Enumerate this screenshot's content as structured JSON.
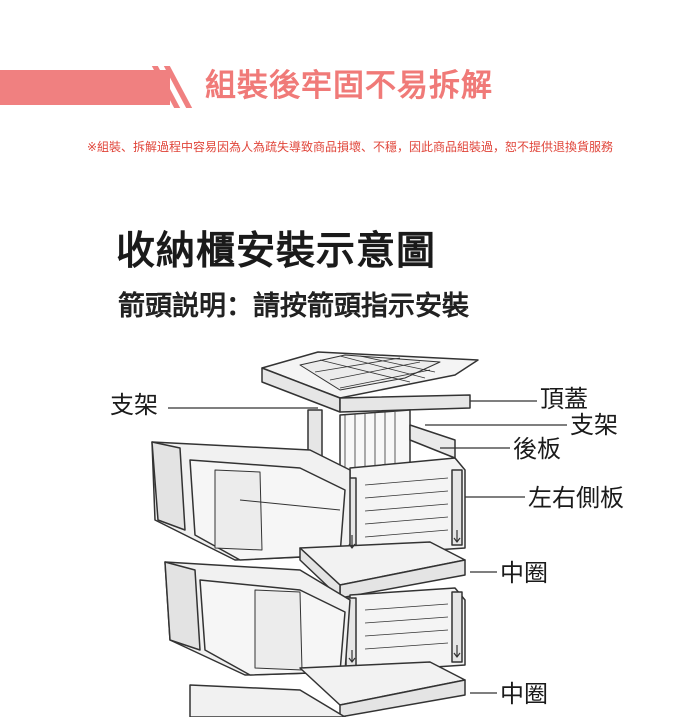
{
  "header": {
    "title": "組裝後牢固不易拆解",
    "notice": "※組裝、拆解過程中容易因為人為疏失導致商品損壞、不穩，因此商品組裝過，恕不提供退換貨服務"
  },
  "diagram": {
    "title": "收納櫃安裝示意圖",
    "subtitle": "箭頭説明：請按箭頭指示安裝",
    "labels": {
      "bracket_left": "支架",
      "top_cover": "頂蓋",
      "bracket_right": "支架",
      "back_panel": "後板",
      "side_panels": "左右側板",
      "middle_ring_1": "中圈",
      "middle_ring_2": "中圈"
    }
  },
  "colors": {
    "accent": "#f08080",
    "notice_text": "#e0453a",
    "line_art": "#333333"
  }
}
